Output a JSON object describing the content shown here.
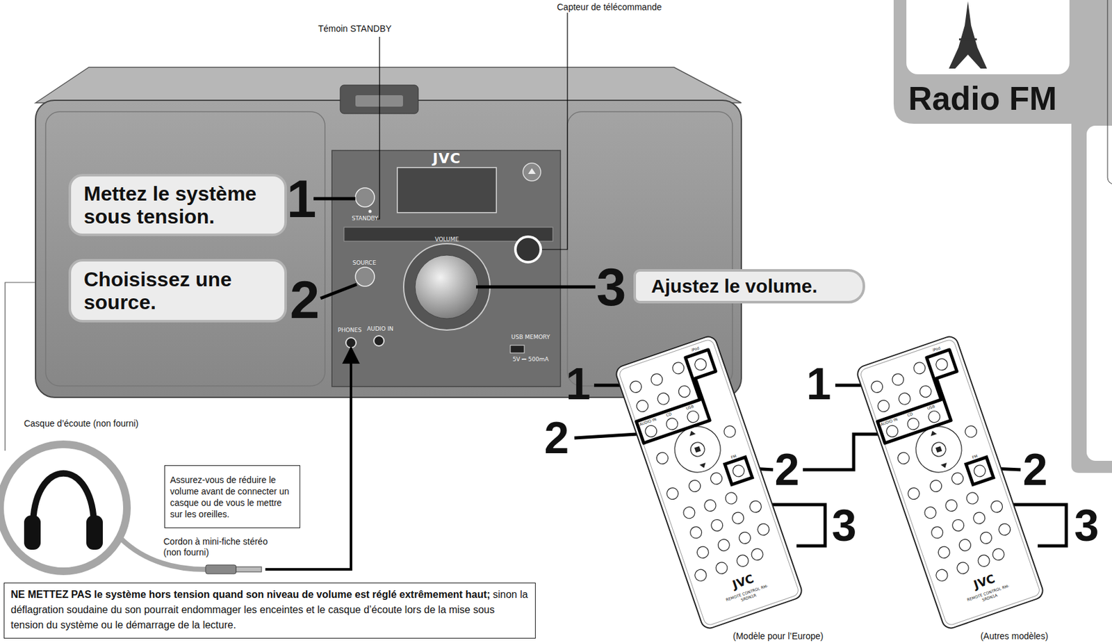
{
  "diagram": {
    "nodes": [
      {
        "text": [
          "Mettez le système sous tension."
        ]
      },
      {
        "text": [
          "Choisissez une source."
        ]
      },
      {
        "text": [
          "Ajustez le volume."
        ]
      },
      {
        "text": [
          "Assurez-vous de réduire le volume avant de connecter un casque ou de vous le mettre sur les oreilles."
        ]
      },
      {
        "text": [
          "NE METTEZ PAS le système hors tension quand son niveau de volume est réglé extrêmement haut;",
          "sinon la déflagration soudaine du son pourrait endommager les enceintes et le casque d’écoute lors de la mise sous tension du système ou le démarrage de la lecture."
        ]
      },
      {
        "text": [
          "Radio FM"
        ]
      }
    ],
    "labels": [
      "Capteur de télécommande",
      "Témoin STANDBY",
      "1",
      "2",
      "3",
      "JVC",
      "STANDBY",
      "SOURCE",
      "VOLUME",
      "PHONES",
      "AUDIO IN",
      "USB MEMORY",
      "5V ⎓ 500mA",
      "Casque d’écoute (non fourni)",
      "Cordon à mini-fiche stéréo (non fourni)",
      "1",
      "2",
      "2",
      "3",
      "1",
      "2",
      "3",
      "JVC",
      "REMOTE CONTROL RM-SRDN1R",
      "JVC",
      "REMOTE CONTROL RM-SRDN1A",
      "(Modèle pour l’Europe)",
      "(Autres modèles)",
      "AUDIO IN",
      "CD",
      "USB",
      "iPod",
      "FM",
      "AUDIO IN",
      "CD",
      "USB",
      "iPod",
      "FM"
    ]
  }
}
